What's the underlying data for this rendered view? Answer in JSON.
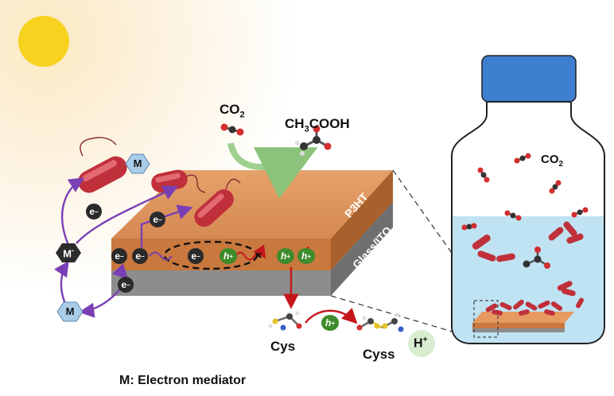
{
  "labels": {
    "co2_top": "CO",
    "co2_top_sub": "2",
    "product_pre": "CH",
    "product_sub": "3",
    "product_post": "COOH",
    "p3ht": "P3HT",
    "glass": "Glass/ITO",
    "cys": "Cys",
    "cyss": "Cyss",
    "h_plus": "H",
    "h_plus_sup": "+",
    "co2_bottle": "CO",
    "co2_bottle_sub": "2",
    "legend": "M: Electron mediator"
  },
  "chips": {
    "e": "e",
    "e_sup": "−",
    "h": "h",
    "h_sup": "+"
  },
  "mediators": {
    "oxidized": "M",
    "reduced": "M",
    "reduced_sup": "-"
  },
  "colors": {
    "sun": "#f7d21e",
    "p3ht_layer": "#c9783e",
    "glass_layer": "#8d8d8d",
    "bacteria": "#c0303a",
    "electron_chip": "#2a2a2a",
    "hole_chip": "#3e8b2c",
    "mediator_hex": "#a9cde9",
    "reduced_mediator_hex": "#2c2c2c",
    "arrow_purple": "#7a3fb5",
    "arrow_red": "#c4161c",
    "arrow_green": "#9fd08f",
    "bottle_cap": "#3f7fd0",
    "bottle_liquid": "#bfe3f3"
  }
}
